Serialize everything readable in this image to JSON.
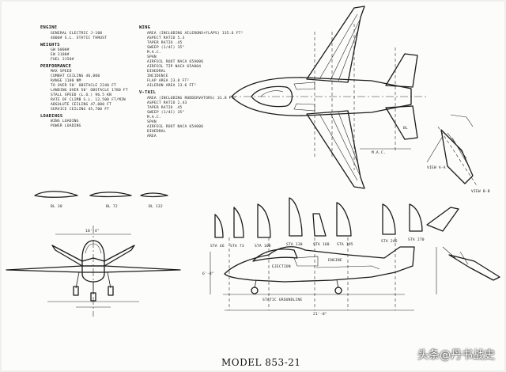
{
  "drawing": {
    "model_title": "MODEL 853-21",
    "watermark": "头条@丹书战史",
    "specs": {
      "engine_title": "ENGINE",
      "engine_lines": [
        "GENERAL ELECTRIC J-100",
        "4000# S.L. STATIC THRUST"
      ],
      "weights_title": "WEIGHTS",
      "weights_lines": [
        "GW  6000#",
        "EW  3180#",
        "FUEL  2150#"
      ],
      "performance_title": "PERFORMANCE",
      "performance_lines": [
        "MAX SPEED",
        "COMBAT CEILING  46,000",
        "RANGE  1100 NM",
        "TO OVER 50' OBSTACLE  2240 FT",
        "LANDING OVER 50' OBSTACLE  1780 FT",
        "STALL SPEED  (L.O.)  96.5 KN",
        "RATE OF CLIMB  S.L.  12,500 FT/MIN",
        "ABSOLUTE CEILING  47,000 FT",
        "SERVICE CEILING  45,700 FT"
      ],
      "loading_title": "LOADINGS",
      "loading_lines": [
        "WING LOADING",
        "POWER LOADING"
      ],
      "wing_title": "WING",
      "wing_lines": [
        "AREA (INCLUDING AILERONS+FLAPS)  135.6 FT²",
        "ASPECT RATIO  5.3",
        "TAPER RATIO  .45",
        "SWEEP (1/4C)  35°",
        "M.A.C.",
        "SPAN",
        "AIRFOIL  ROOT  NACA 65A006",
        "AIRFOIL  TIP  NACA 65A004",
        "DIHEDRAL",
        "INCIDENCE",
        "FLAP AREA  23.8 FT²",
        "AILERON AREA  13.6 FT²"
      ],
      "vtail_title": "V-TAIL",
      "vtail_lines": [
        "AREA (INCLUDING RUDDERVATORS)  31.8 FT²",
        "ASPECT RATIO  2.43",
        "TAPER RATIO  .45",
        "SWEEP (1/4C)  35°",
        "M.A.C.",
        "SPAN",
        "AIRFOIL  ROOT  NACA 65A006",
        "DIHEDRAL",
        "AREA"
      ]
    },
    "airfoil_sections": {
      "labels": [
        "BL 38",
        "BL 72",
        "BL 132"
      ]
    },
    "station_labels": [
      "STA 46",
      "STA 73",
      "STA 100",
      "STA 130",
      "STA 160",
      "STA 195",
      "STA 246",
      "STA 270"
    ],
    "callouts": {
      "engine": "ENGINE",
      "ejection": "EJECTION",
      "static_groundline": "STATIC GROUNDLINE",
      "view_a": "VIEW A-A",
      "view_b": "VIEW B-B",
      "mac": "M.A.C.",
      "bl": "BL"
    },
    "dimensions": {
      "front_span": "18'-4\"",
      "side_length": "21'-0\"",
      "wing_span_label": "18'-4\"",
      "height_label": "6'-8\""
    }
  }
}
